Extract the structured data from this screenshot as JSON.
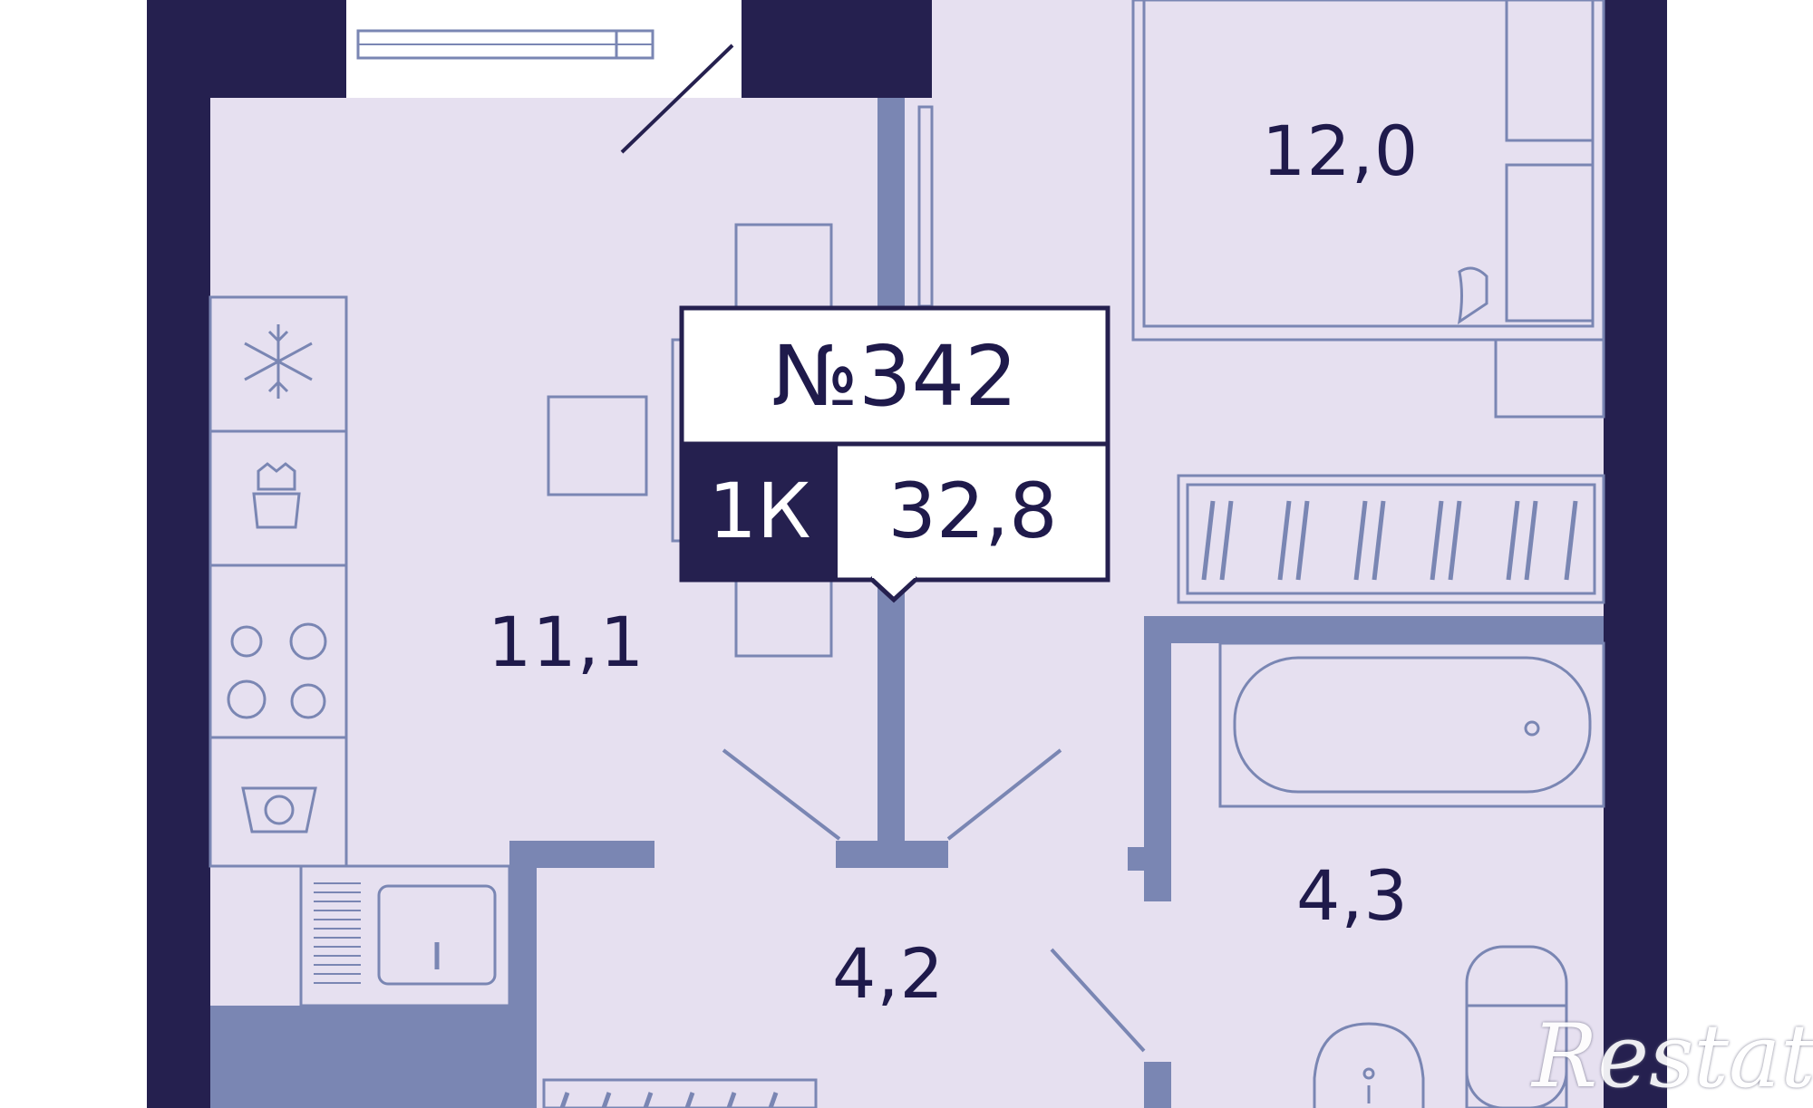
{
  "apartment": {
    "number": "№342",
    "rooms": "1К",
    "total_area": "32,8"
  },
  "rooms": [
    {
      "id": "bedroom",
      "area": "12,0"
    },
    {
      "id": "kitchen-living",
      "area": "11,1"
    },
    {
      "id": "hallway",
      "area": "4,2"
    },
    {
      "id": "bathroom",
      "area": "4,3"
    }
  ],
  "watermark": "Restate",
  "colors": {
    "wall": "#25204f",
    "floor": "#e6e0f0",
    "partition": "#7a86b3",
    "fixture_stroke": "#7a86b3",
    "badge_dark": "#25204f",
    "text": "#1f1a4b"
  },
  "icons": [
    "freezer-icon",
    "fridge-icon",
    "cooktop-icon",
    "dishwasher-icon",
    "sink-icon",
    "bathtub-icon",
    "toilet-icon",
    "washbasin-icon",
    "bed-icon",
    "table-icon",
    "wardrobe-icon"
  ]
}
